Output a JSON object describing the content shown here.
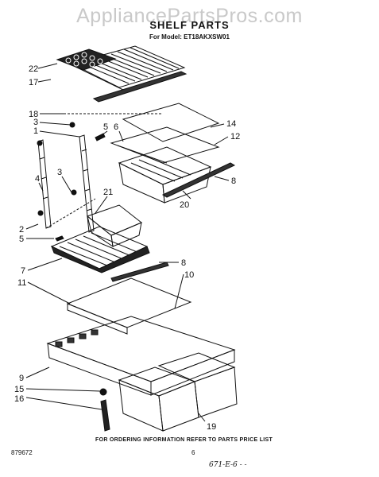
{
  "watermark": "AppliancePartsPros.com",
  "title": "SHELF PARTS",
  "model_line": "For Model: ET18AKXSW01",
  "callouts": [
    "22",
    "17",
    "18",
    "3",
    "1",
    "5",
    "6",
    "14",
    "12",
    "8",
    "20",
    "21",
    "4",
    "3",
    "2",
    "5",
    "7",
    "8",
    "11",
    "10",
    "9",
    "15",
    "16",
    "19"
  ],
  "footer_note": "FOR ORDERING INFORMATION REFER TO PARTS PRICE LIST",
  "page_code": "879672",
  "page_number": "6",
  "handwriting": "671-E-6  - -"
}
